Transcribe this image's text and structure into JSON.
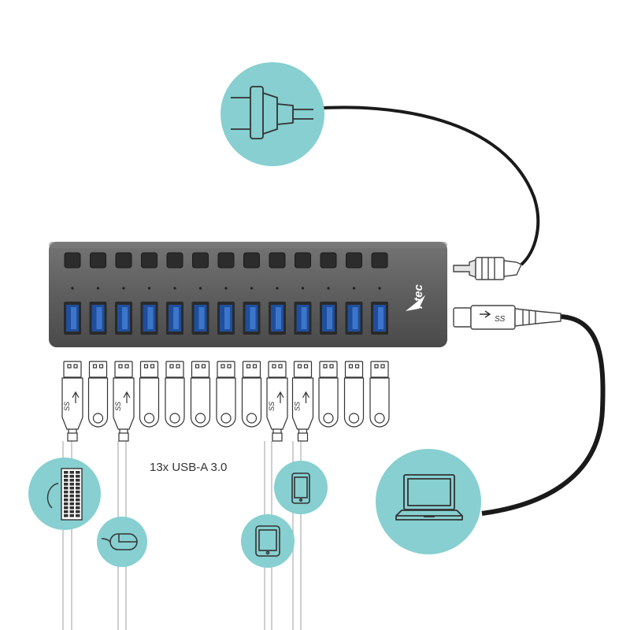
{
  "diagram": {
    "brand": "i-tec",
    "ports_label": "13x USB-A 3.0",
    "usb_ss_mark": "SS",
    "port_count": 13,
    "usb_plugs_with_cable": [
      0,
      2,
      8,
      9
    ],
    "devices": [
      {
        "name": "power-plug-icon",
        "kind": "power"
      },
      {
        "name": "laptop-icon",
        "kind": "laptop"
      },
      {
        "name": "keyboard-icon",
        "kind": "keyboard"
      },
      {
        "name": "mouse-icon",
        "kind": "mouse"
      },
      {
        "name": "tablet-icon",
        "kind": "tablet"
      },
      {
        "name": "phone-icon",
        "kind": "phone"
      }
    ]
  },
  "colors": {
    "circle_fill": "#87cfd0",
    "hub_body": "#5e5e5e",
    "hub_body_dark": "#454545",
    "port_blue": "#1f4f9c",
    "button": "#2c2c2c",
    "cable_dark": "#1a1a1a",
    "cable_light": "#aaaaaa",
    "outline": "#333333"
  }
}
